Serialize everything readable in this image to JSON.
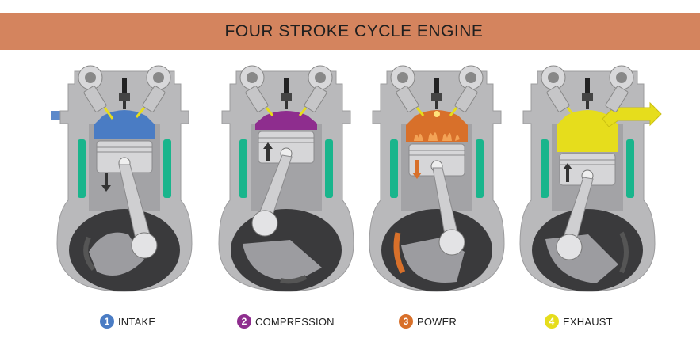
{
  "title": "FOUR STROKE CYCLE ENGINE",
  "colors": {
    "banner": "#d4845e",
    "intake": "#4a7cc4",
    "compression": "#8e2d8e",
    "power": "#d8702a",
    "exhaust": "#e6dd1c",
    "coolant": "#19b58c",
    "metal": "#b9b9bb"
  },
  "strokes": [
    {
      "number": "1",
      "label": "INTAKE",
      "color": "#4a7cc4",
      "chamber": "intake"
    },
    {
      "number": "2",
      "label": "COMPRESSION",
      "color": "#8e2d8e",
      "chamber": "compression"
    },
    {
      "number": "3",
      "label": "POWER",
      "color": "#d8702a",
      "chamber": "power"
    },
    {
      "number": "4",
      "label": "EXHAUST",
      "color": "#e6dd1c",
      "chamber": "exhaust"
    }
  ]
}
